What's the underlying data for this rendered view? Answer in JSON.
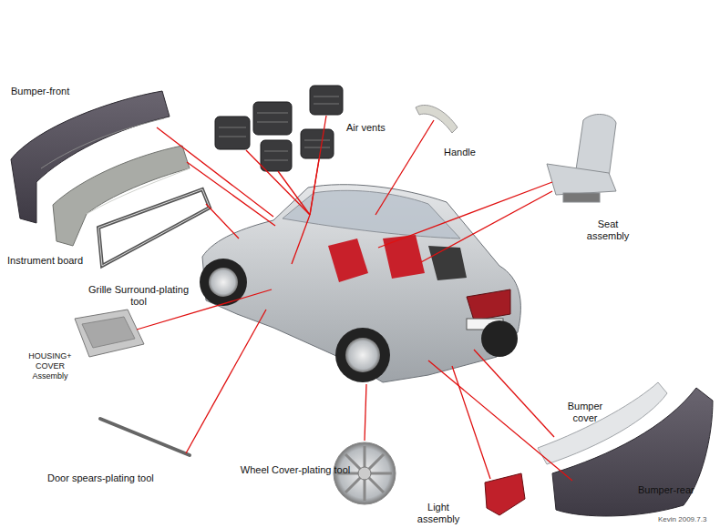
{
  "diagram": {
    "labels": [
      "Bumper-front",
      "Air vents",
      "Handle",
      "Seat assembly",
      "Instrument board",
      "Grille Surround-plating tool",
      "HOUSING+ COVER Assembly",
      "Door spears-plating tool",
      "Wheel Cover-plating tool",
      "Bumper cover",
      "Light assembly",
      "Bumper-rear",
      "Kevin 2009.7.3"
    ]
  }
}
